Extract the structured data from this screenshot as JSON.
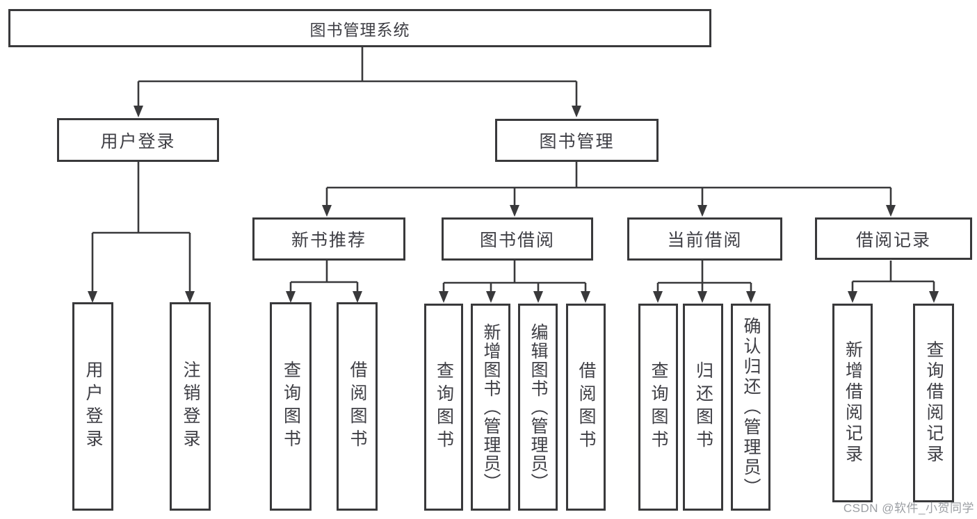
{
  "tree": {
    "root": {
      "label": "图书管理系统"
    },
    "branches": [
      {
        "label": "用户登录",
        "children": [
          {
            "label": "用户登录"
          },
          {
            "label": "注销登录"
          }
        ]
      },
      {
        "label": "图书管理",
        "children": [
          {
            "label": "新书推荐",
            "children": [
              {
                "label": "查询图书"
              },
              {
                "label": "借阅图书"
              }
            ]
          },
          {
            "label": "图书借阅",
            "children": [
              {
                "label": "查询图书"
              },
              {
                "label": "新增图书（管理员）"
              },
              {
                "label": "编辑图书（管理员）"
              },
              {
                "label": "借阅图书"
              }
            ]
          },
          {
            "label": "当前借阅",
            "children": [
              {
                "label": "查询图书"
              },
              {
                "label": "归还图书"
              },
              {
                "label": "确认归还（管理员）"
              }
            ]
          },
          {
            "label": "借阅记录",
            "children": [
              {
                "label": "新增借阅记录"
              },
              {
                "label": "查询借阅记录"
              }
            ]
          }
        ]
      }
    ]
  },
  "watermark": {
    "text": "CSDN @软件_小贺同学"
  },
  "colors": {
    "line": "#39393b",
    "text": "#3e3e44",
    "watermark": "#9b9ea3",
    "background": "#ffffff"
  }
}
